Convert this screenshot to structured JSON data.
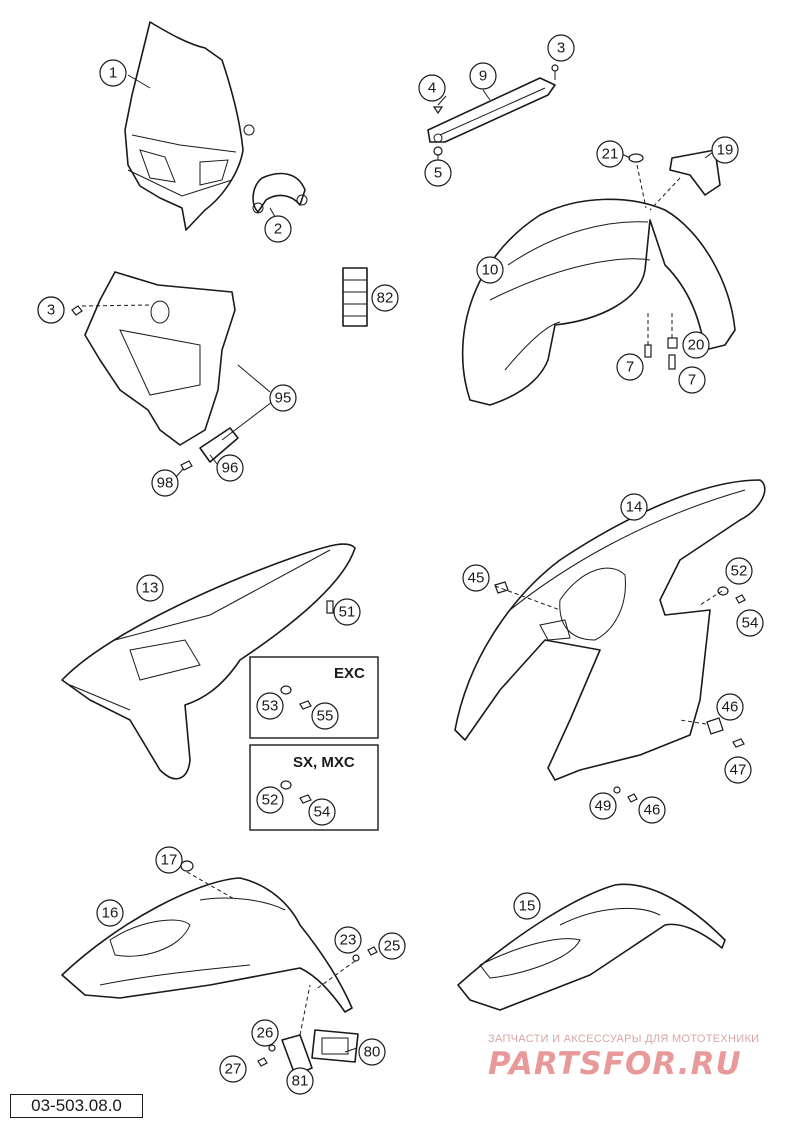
{
  "document_id": "03-503.08.0",
  "variant_boxes": [
    {
      "title": "EXC",
      "callouts": [
        "53",
        "55"
      ]
    },
    {
      "title": "SX, MXC",
      "callouts": [
        "52",
        "54"
      ]
    }
  ],
  "callouts": [
    "1",
    "2",
    "3",
    "4",
    "9",
    "3",
    "5",
    "21",
    "19",
    "10",
    "7",
    "20",
    "7",
    "82",
    "3",
    "95",
    "98",
    "96",
    "14",
    "45",
    "52",
    "54",
    "13",
    "51",
    "46",
    "47",
    "49",
    "46",
    "17",
    "16",
    "23",
    "25",
    "15",
    "26",
    "27",
    "81",
    "80"
  ],
  "watermark": {
    "tagline": "ЗАПЧАСТИ И АКСЕССУАРЫ ДЛЯ МОТОТЕХНИКИ",
    "logo": "PARTSFOR.RU"
  },
  "colors": {
    "line": "#1a1a1a",
    "watermark": "#e89a9a"
  }
}
